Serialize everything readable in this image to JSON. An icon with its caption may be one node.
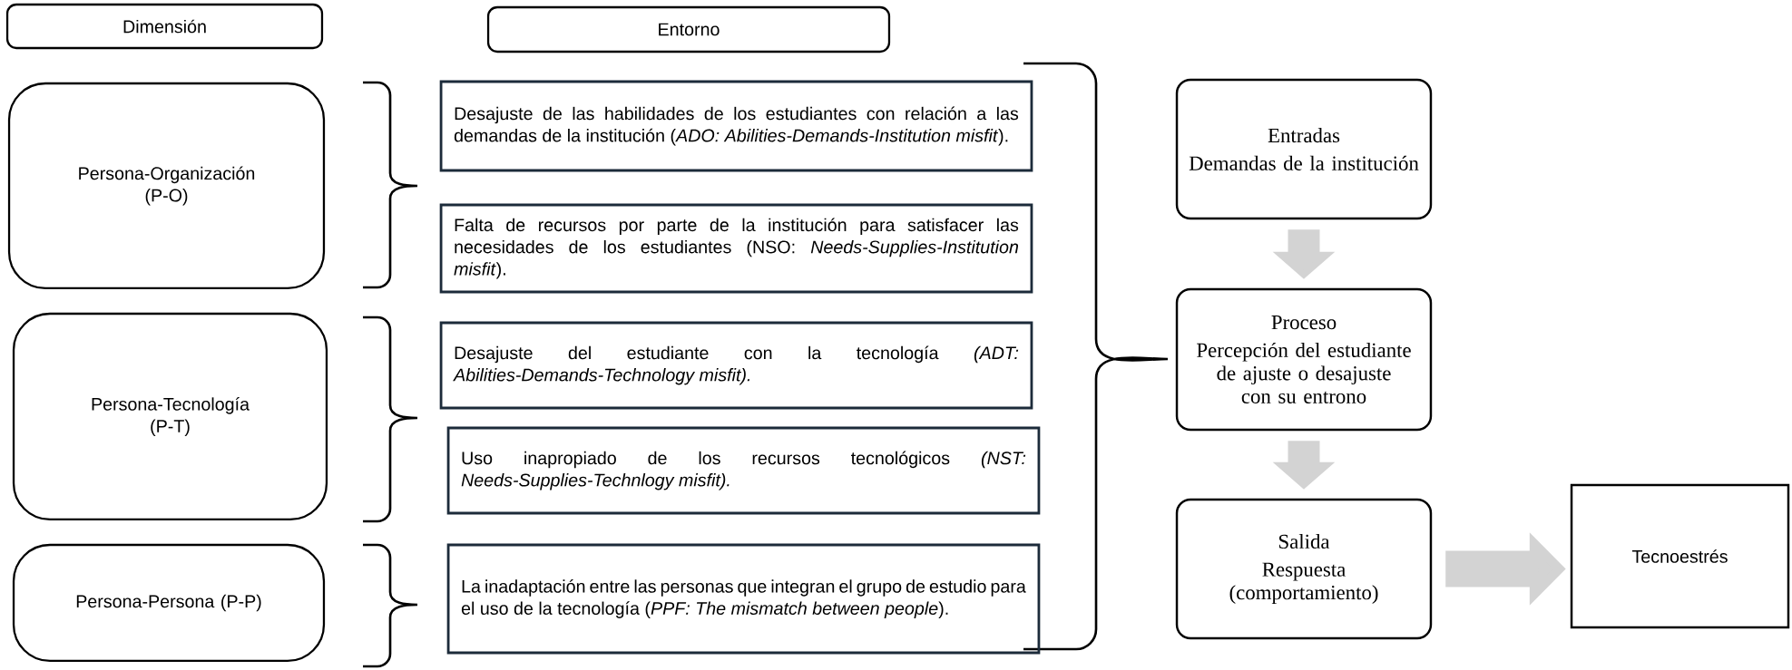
{
  "diagram": {
    "nodes": [
      {
        "text": [
          "Dimensión"
        ]
      },
      {
        "text": [
          "Entorno"
        ]
      },
      {
        "text": [
          "Persona-Organización (P-O)"
        ]
      },
      {
        "text": [
          "Desajuste de las habilidades de los estudiantes con relación a las demandas de la institución (*ADO: Abilities-Demands-Institution misfit*)."
        ]
      },
      {
        "text": [
          "Falta de recursos por parte de la institución para satisfacer las necesidades de los estudiantes (NSO: *Needs-Supplies-Institution misfit*)."
        ]
      },
      {
        "text": [
          "Persona-Tecnología (P-T)"
        ]
      },
      {
        "text": [
          "Desajuste del estudiante con la tecnología *(ADT: Abilities-Demands-Technology misfit).*"
        ]
      },
      {
        "text": [
          "Uso inapropiado de los recursos tecnológicos *(NST: Needs-Supplies-Technlogy misfit).*"
        ]
      },
      {
        "text": [
          "Persona-Persona (P-P)"
        ]
      },
      {
        "text": [
          "La inadaptación entre las personas que integran el grupo de estudio para el uso de la tecnología (*PPF: The mismatch between people*)."
        ]
      },
      {
        "text": [
          "Entradas",
          "Demandas de la institución"
        ]
      },
      {
        "text": [
          "Proceso",
          "Percepción del estudiante de ajuste o desajuste con su entrono"
        ]
      },
      {
        "text": [
          "Salida",
          "Respuesta (comportamiento)"
        ]
      },
      {
        "text": [
          "Tecnoestrés"
        ]
      }
    ],
    "edges": [
      {
        "from": 10,
        "to": 11,
        "arrow": "to"
      },
      {
        "from": 11,
        "to": 12,
        "arrow": "to"
      },
      {
        "from": 12,
        "to": 13,
        "arrow": "to"
      }
    ]
  }
}
